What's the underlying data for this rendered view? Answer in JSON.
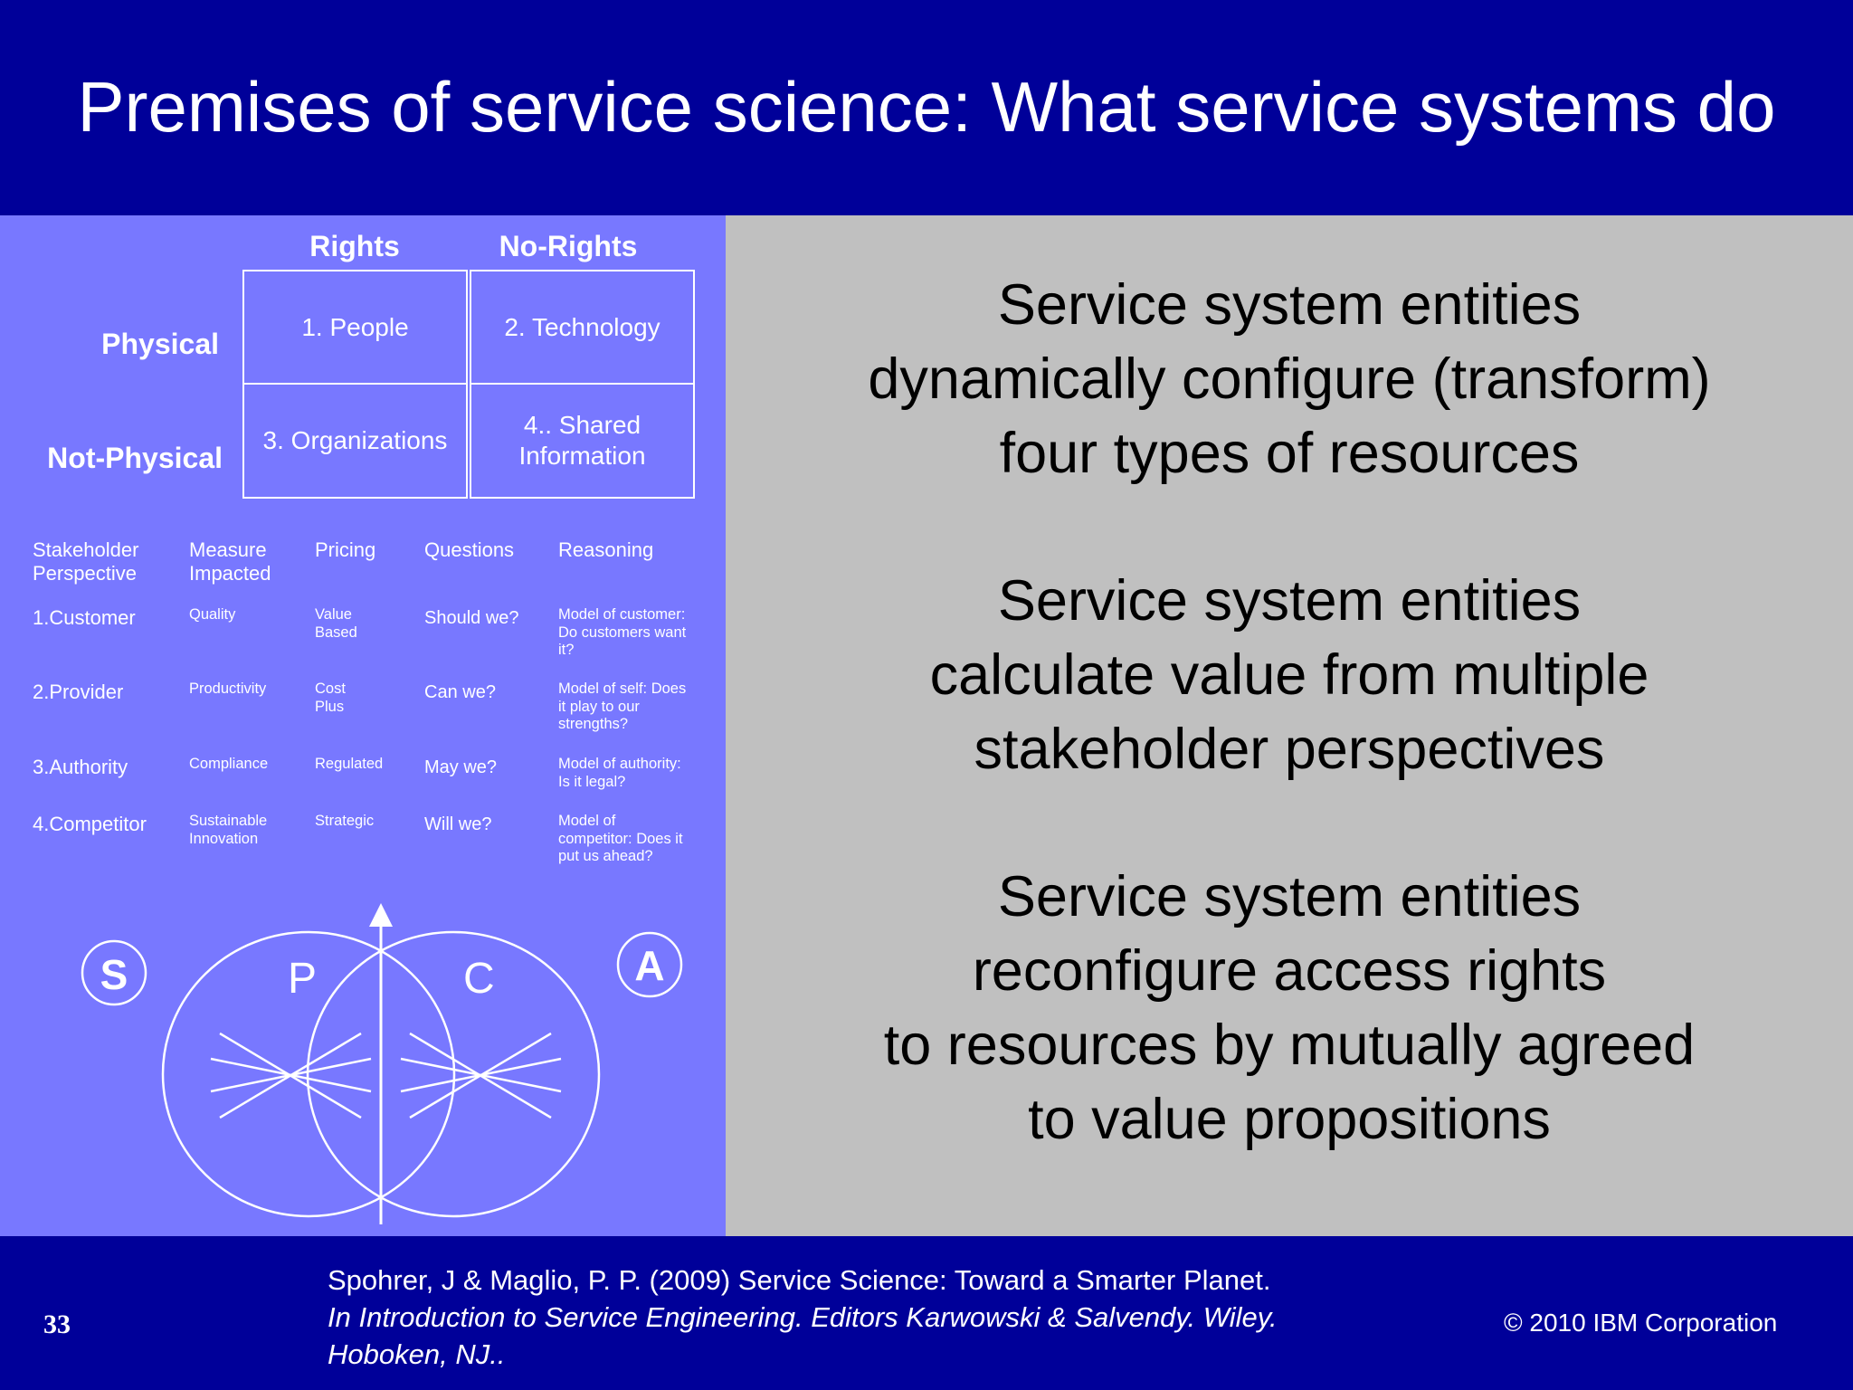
{
  "slide": {
    "title": "Premises of service science: What service systems do",
    "page_number": "33",
    "copyright": "© 2010 IBM Corporation",
    "colors": {
      "header_bg": "#000099",
      "left_panel_bg": "#7878FF",
      "right_panel_bg": "#C0C0C0",
      "text_light": "#FFFFFF",
      "text_dark": "#000000"
    }
  },
  "resource_matrix": {
    "column_headers": [
      "Rights",
      "No-Rights"
    ],
    "row_headers": [
      "Physical",
      "Not-Physical"
    ],
    "cells": [
      [
        "1. People",
        "2. Technology"
      ],
      [
        "3. Organizations",
        "4.. Shared\nInformation"
      ]
    ]
  },
  "stakeholder_table": {
    "headers": [
      "Stakeholder\nPerspective",
      "Measure\nImpacted",
      "Pricing",
      "Questions",
      "Reasoning"
    ],
    "rows": [
      {
        "stakeholder": "1.Customer",
        "measure": "Quality",
        "pricing": "Value\nBased",
        "question": "Should we?",
        "reasoning": "Model of customer:\nDo customers want\nit?"
      },
      {
        "stakeholder": "2.Provider",
        "measure": "Productivity",
        "pricing": "Cost\nPlus",
        "question": "Can we?",
        "reasoning": "Model of self: Does\nit play to our\nstrengths?"
      },
      {
        "stakeholder": "3.Authority",
        "measure": "Compliance",
        "pricing": "Regulated",
        "question": "May we?",
        "reasoning": "Model of authority:\nIs it legal?"
      },
      {
        "stakeholder": "4.Competitor",
        "measure": "Sustainable\nInnovation",
        "pricing": "Strategic",
        "question": "Will we?",
        "reasoning": "Model of\ncompetitor: Does it\nput us ahead?"
      }
    ]
  },
  "diagram": {
    "labels": {
      "s": "S",
      "p": "P",
      "c": "C",
      "a": "A"
    }
  },
  "statements": [
    [
      "Service system entities",
      "dynamically configure (transform)",
      "four types of resources"
    ],
    [
      "Service system entities",
      "calculate value from multiple",
      "stakeholder perspectives"
    ],
    [
      "Service system entities",
      "reconfigure access rights",
      "to resources by mutually agreed",
      "to value propositions"
    ]
  ],
  "citation": {
    "line1": "Spohrer, J & Maglio, P. P. (2009) Service Science: Toward a Smarter Planet.",
    "line2": "In Introduction to Service Engineering. Editors Karwowski & Salvendy. Wiley.",
    "line3": "Hoboken, NJ.."
  }
}
